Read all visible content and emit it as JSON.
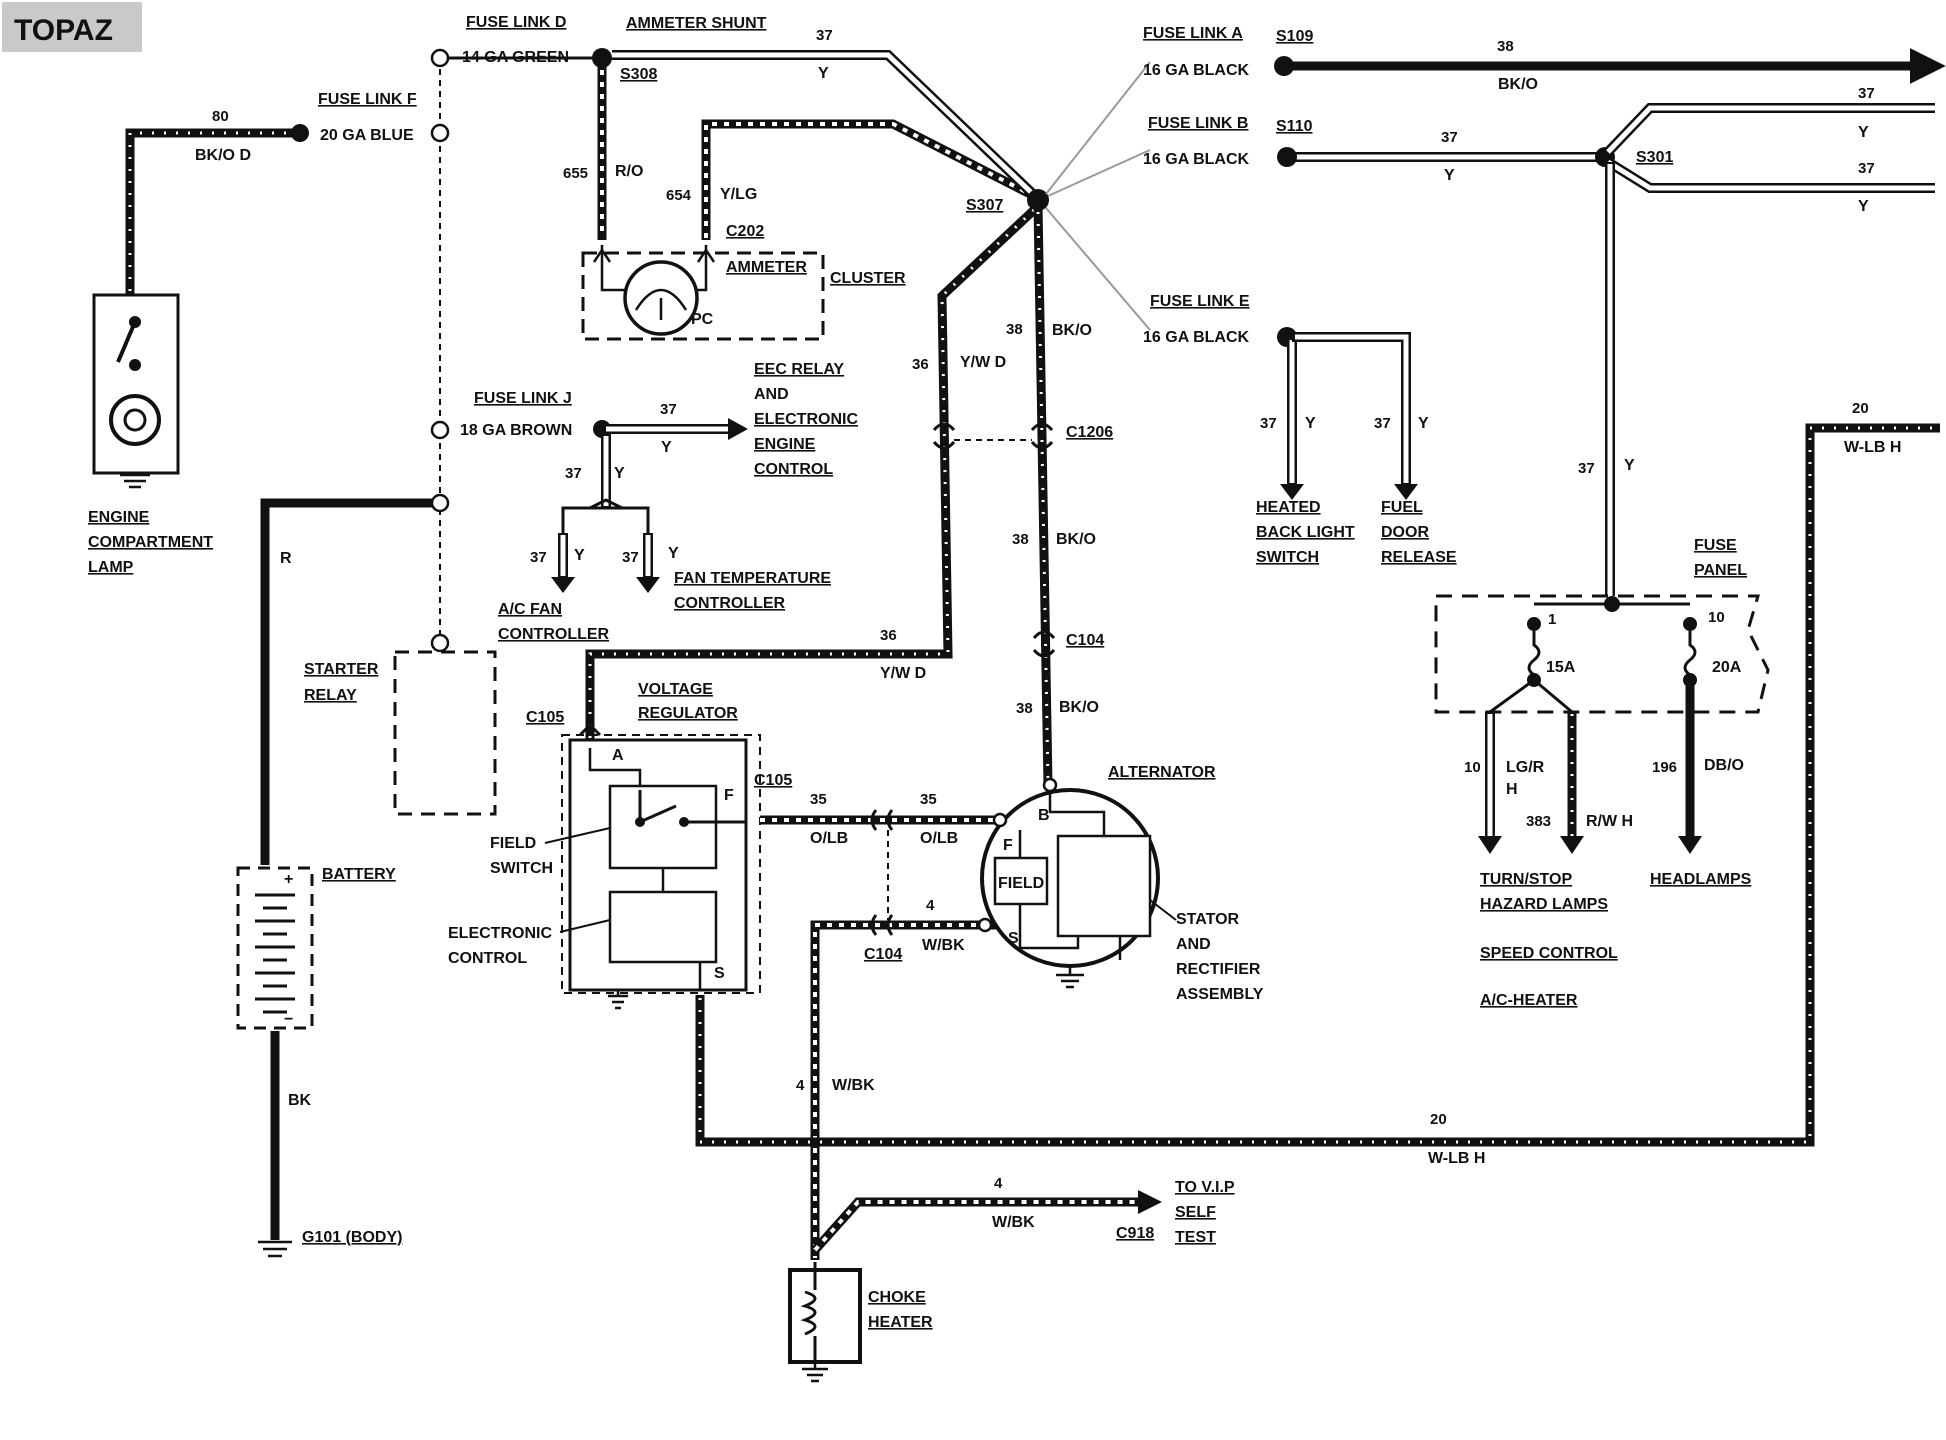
{
  "title": "TOPAZ",
  "fuse_links": {
    "d": {
      "name": "FUSE LINK D",
      "spec": "14 GA GREEN"
    },
    "f": {
      "name": "FUSE LINK F",
      "spec": "20 GA BLUE"
    },
    "a": {
      "name": "FUSE LINK A",
      "spec": "16 GA BLACK"
    },
    "b": {
      "name": "FUSE LINK B",
      "spec": "16 GA BLACK"
    },
    "e": {
      "name": "FUSE LINK E",
      "spec": "16 GA BLACK"
    },
    "j": {
      "name": "FUSE LINK J",
      "spec": "18 GA BROWN"
    }
  },
  "splices": {
    "s308": "S308",
    "s307": "S307",
    "s109": "S109",
    "s110": "S110",
    "s301": "S301"
  },
  "connectors": {
    "c202": "C202",
    "c1206": "C1206",
    "c104": "C104",
    "c105": "C105",
    "c918": "C918"
  },
  "components": {
    "ammeter_shunt": "AMMETER SHUNT",
    "ammeter": "AMMETER",
    "cluster": "CLUSTER",
    "pc": "PC",
    "eec_relay": [
      "EEC RELAY",
      "AND",
      "ELECTRONIC",
      "ENGINE",
      "CONTROL"
    ],
    "engine_lamp": [
      "ENGINE",
      "COMPARTMENT",
      "LAMP"
    ],
    "ac_fan": [
      "A/C FAN",
      "CONTROLLER"
    ],
    "fan_temp": [
      "FAN TEMPERATURE",
      "CONTROLLER"
    ],
    "starter_relay": [
      "STARTER",
      "RELAY"
    ],
    "battery": "BATTERY",
    "ground": "G101 (BODY)",
    "voltage_regulator": [
      "VOLTAGE",
      "REGULATOR"
    ],
    "field_switch": [
      "FIELD",
      "SWITCH"
    ],
    "electronic_control": [
      "ELECTRONIC",
      "CONTROL"
    ],
    "alternator": "ALTERNATOR",
    "field": "FIELD",
    "stator": [
      "STATOR",
      "AND",
      "RECTIFIER",
      "ASSEMBLY"
    ],
    "heated_back_light": [
      "HEATED",
      "BACK LIGHT",
      "SWITCH"
    ],
    "fuel_door": [
      "FUEL",
      "DOOR",
      "RELEASE"
    ],
    "fuse_panel": [
      "FUSE",
      "PANEL"
    ],
    "turn_stop": [
      "TURN/STOP",
      "HAZARD LAMPS"
    ],
    "speed_control": "SPEED CONTROL",
    "ac_heater": "A/C-HEATER",
    "headlamps": "HEADLAMPS",
    "vip": [
      "TO V.I.P",
      "SELF",
      "TEST"
    ],
    "choke_heater": [
      "CHOKE",
      "HEATER"
    ]
  },
  "terminals": {
    "a": "A",
    "f": "F",
    "s": "S",
    "b": "B",
    "f_alt": "F",
    "s_alt": "S",
    "plus": "+",
    "minus": "−",
    "fuse_1": "1",
    "fuse_10": "10",
    "fuse_15a": "15A",
    "fuse_20a": "20A"
  },
  "wires": {
    "c80": "80",
    "c80_color": "BK/O D",
    "c37": "37",
    "y": "Y",
    "c38": "38",
    "bko": "BK/O",
    "c655": "655",
    "ro": "R/O",
    "c654": "654",
    "ylg": "Y/LG",
    "c36": "36",
    "ywd": "Y/W D",
    "r": "R",
    "bk": "BK",
    "c35": "35",
    "olb": "O/LB",
    "c4": "4",
    "wbk": "W/BK",
    "c20": "20",
    "wlbh": "W-LB H",
    "c10": "10",
    "lgrh": "LG/R",
    "h": "H",
    "c383": "383",
    "rwh": "R/W H",
    "c196": "196",
    "dbo": "DB/O"
  }
}
